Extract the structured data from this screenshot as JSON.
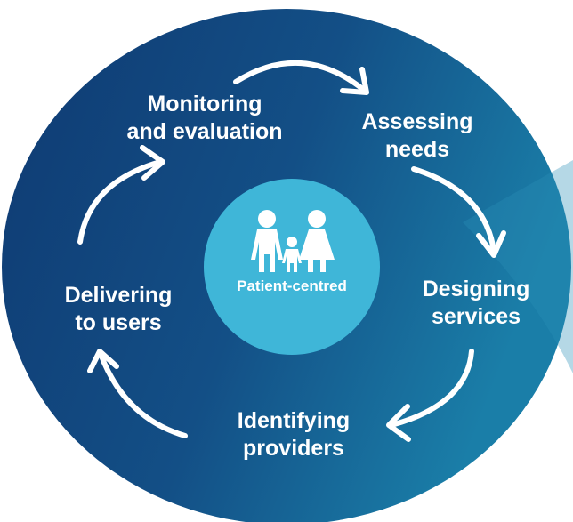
{
  "diagram": {
    "center": {
      "label": "Patient-centred",
      "icon": "family-icon"
    },
    "stages": [
      {
        "id": "monitoring",
        "line1": "Monitoring",
        "line2": "and evaluation"
      },
      {
        "id": "assessing",
        "line1": "Assessing",
        "line2": "needs"
      },
      {
        "id": "designing",
        "line1": "Designing",
        "line2": "services"
      },
      {
        "id": "identifying",
        "line1": "Identifying",
        "line2": "providers"
      },
      {
        "id": "delivering",
        "line1": "Delivering",
        "line2": "to users"
      }
    ]
  },
  "colors": {
    "background_dark": "#0f3a72",
    "background_light": "#1a7ea8",
    "center_circle": "#3fb6d8",
    "text": "#ffffff"
  }
}
